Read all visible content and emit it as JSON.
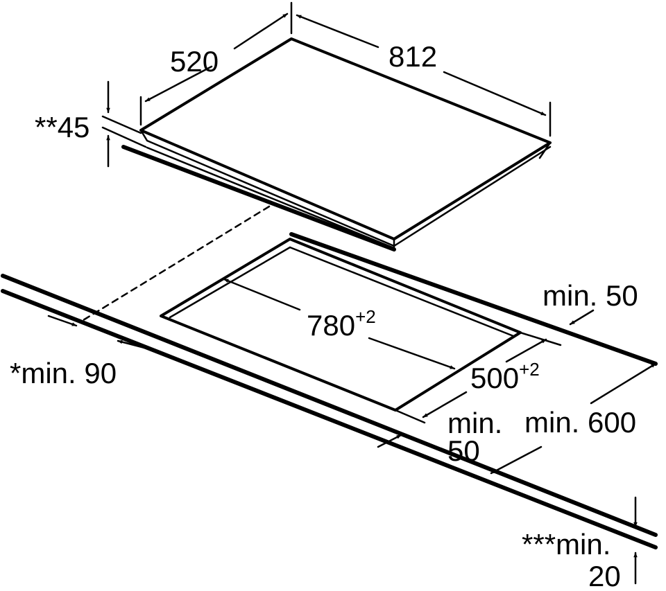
{
  "hob": {
    "depth": "520",
    "width": "812",
    "thickness": "**45"
  },
  "cutout": {
    "width_value": "780",
    "width_tolerance": "+2",
    "depth_value": "500",
    "depth_tolerance": "+2"
  },
  "clearances": {
    "back_wall": "min. 50",
    "side_wall": "*min. 90",
    "front_edge_line1": "min.",
    "front_edge_line2": "50",
    "worktop_depth": "min. 600",
    "worktop_thickness_line1": "***min.",
    "worktop_thickness_line2": "20"
  }
}
